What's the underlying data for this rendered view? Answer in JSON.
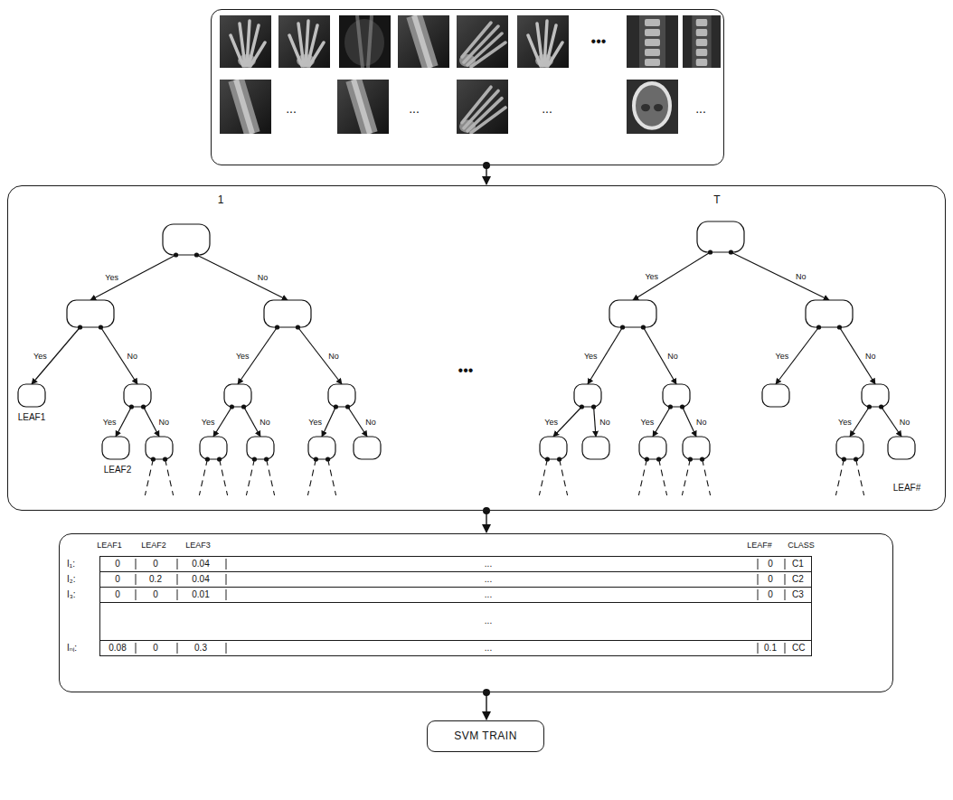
{
  "diagram": {
    "nodes": [
      {
        "text": [
          "•••",
          "...",
          "...",
          "...",
          "..."
        ]
      },
      {
        "text": [
          "1",
          "T",
          "•••"
        ]
      },
      {
        "text": [
          "LEAF1",
          "LEAF2",
          "LEAF3",
          "LEAF#",
          "CLASS"
        ]
      },
      {
        "text": [
          "I₁:",
          "0",
          "0",
          "0.04",
          "...",
          "0",
          "C1"
        ],
        "in": 2
      },
      {
        "text": [
          "I₂:",
          "0",
          "0.2",
          "0.04",
          "...",
          "0",
          "C2"
        ],
        "in": 2
      },
      {
        "text": [
          "I₃:",
          "0",
          "0",
          "0.01",
          "...",
          "0",
          "C3"
        ],
        "in": 2
      },
      {
        "text": [
          "..."
        ],
        "in": 2
      },
      {
        "text": [
          "Iₙᵢ:",
          "0.08",
          "0",
          "0.3",
          "...",
          "0.1",
          "CC"
        ],
        "in": 2
      },
      {
        "text": [
          "SVM TRAIN"
        ]
      }
    ],
    "edges": [
      {
        "from": 0,
        "to": 1,
        "arrow": "to"
      },
      {
        "from": 1,
        "to": 2,
        "arrow": "to"
      },
      {
        "from": 2,
        "to": 8,
        "arrow": "to"
      }
    ],
    "labels": [
      "Yes",
      "No",
      "Yes",
      "No",
      "Yes",
      "No",
      "Yes",
      "No",
      "Yes",
      "No",
      "Yes",
      "No",
      "Yes",
      "No",
      "Yes",
      "No",
      "Yes",
      "No",
      "Yes",
      "No",
      "Yes",
      "No",
      "Yes",
      "No",
      "LEAF1",
      "LEAF2",
      "LEAF#"
    ]
  }
}
